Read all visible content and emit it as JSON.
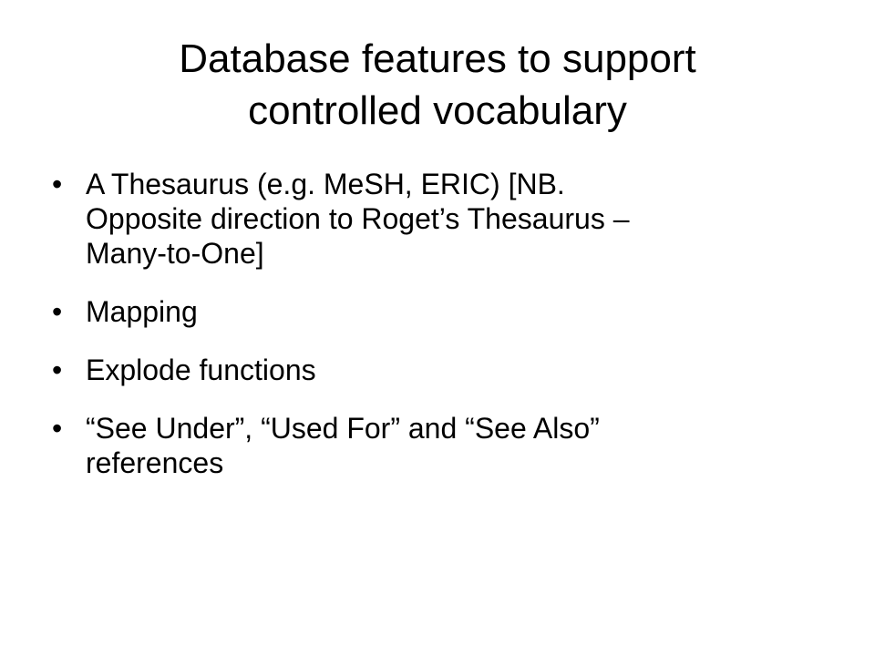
{
  "slide": {
    "title_line1": "Database features to support",
    "title_line2": "controlled vocabulary",
    "bullet_glyph": "•",
    "bullets": [
      {
        "line1": "A Thesaurus (e.g. MeSH, ERIC) [NB.",
        "line2": "Opposite direction to Roget’s Thesaurus –",
        "line3": "Many-to-One]"
      },
      {
        "line1": "Mapping"
      },
      {
        "line1": "Explode functions"
      },
      {
        "line1": "“See Under”, “Used For” and “See Also”",
        "line2": "references"
      }
    ]
  }
}
